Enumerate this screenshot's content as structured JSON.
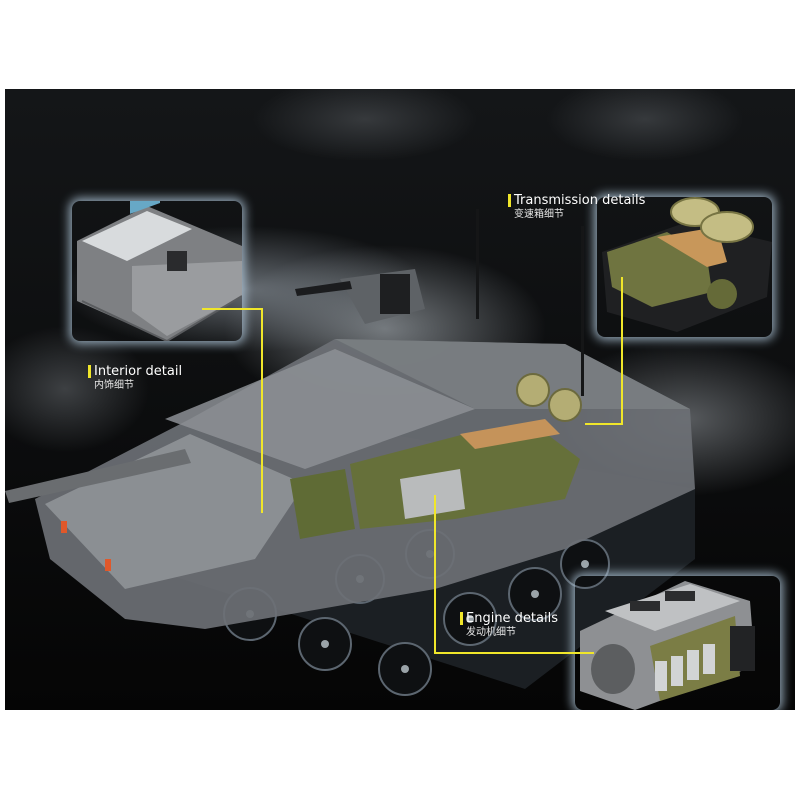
{
  "image": {
    "subject": "Brick-built main battle tank model, semi-transparent cutaway view",
    "background": "dark smoky backdrop",
    "accent_color": "#f0e62a"
  },
  "callouts": {
    "transmission": {
      "label_en": "Transmission details",
      "label_zh": "变速箱细节"
    },
    "interior": {
      "label_en": "Interior detail",
      "label_zh": "内饰细节"
    },
    "engine": {
      "label_en": "Engine details",
      "label_zh": "发动机细节"
    }
  },
  "insets": [
    {
      "name": "interior-module",
      "colors": [
        "#8a8c8e",
        "#d9dcde",
        "#2b2d30"
      ]
    },
    {
      "name": "transmission-module",
      "colors": [
        "#6f7440",
        "#c8975a",
        "#1f2022"
      ]
    },
    {
      "name": "engine-module",
      "colors": [
        "#9ea0a2",
        "#7b7d45",
        "#2a2b2d"
      ]
    }
  ]
}
